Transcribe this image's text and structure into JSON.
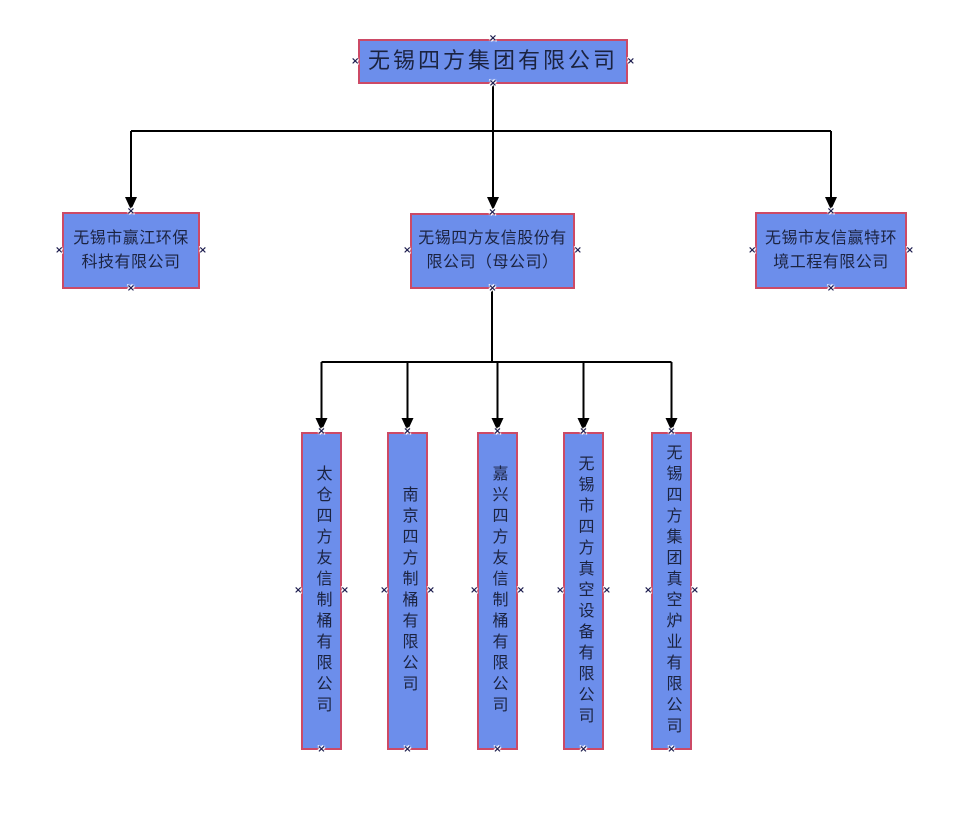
{
  "ui": {
    "handle_glyph": "×"
  },
  "colors": {
    "canvas_bg": "#ffffff",
    "box_fill": "#6C8EEB",
    "box_border": "#CC4A66",
    "box_text": "#1B2340",
    "connector": "#000000"
  },
  "org_chart": {
    "root": {
      "label": "无锡四方集团有限公司"
    },
    "level2": [
      {
        "lines": [
          "无锡市赢江环保",
          "科技有限公司"
        ]
      },
      {
        "lines": [
          "无锡四方友信股份有",
          "限公司（母公司）"
        ]
      },
      {
        "lines": [
          "无锡市友信赢特环",
          "境工程有限公司"
        ]
      }
    ],
    "level3": [
      {
        "label": "太仓四方友信制桶有限公司"
      },
      {
        "label": "南京四方制桶有限公司"
      },
      {
        "label": "嘉兴四方友信制桶有限公司"
      },
      {
        "label": "无锡市四方真空设备有限公司"
      },
      {
        "label": "无锡四方集团真空炉业有限公司"
      }
    ]
  }
}
